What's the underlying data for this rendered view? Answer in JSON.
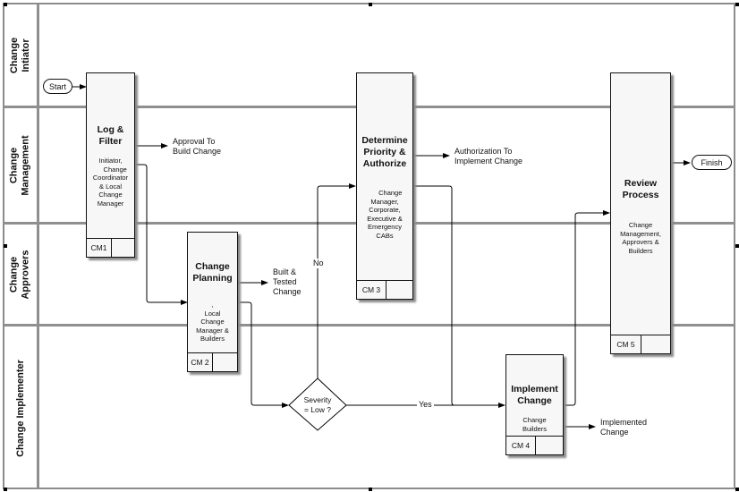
{
  "diagram": {
    "type": "cross-functional swimlane flowchart",
    "lanes": [
      {
        "id": "initiator",
        "label": "Change\nIntiator"
      },
      {
        "id": "management",
        "label": "Change\nManagement"
      },
      {
        "id": "approvers",
        "label": "Change\nApprovers"
      },
      {
        "id": "implementer",
        "label": "Change Implementer"
      }
    ],
    "terminals": {
      "start": "Start",
      "finish": "Finish"
    },
    "processes": [
      {
        "id": "CM1",
        "title": "Log &\nFilter",
        "roles": "Initiator,\n     Change\nCoordinator\n& Local\nChange\nManager",
        "code": "CM1"
      },
      {
        "id": "CM2",
        "title": "Change\nPlanning",
        "roles": ",\nLocal\nChange\nManager &\nBuilders",
        "code": "CM 2"
      },
      {
        "id": "CM3",
        "title": "Determine\nPriority &\nAuthorize",
        "roles": "      Change\nManager,\nCorporate,\nExecutive &\nEmergency\nCABs",
        "code": "CM 3"
      },
      {
        "id": "CM4",
        "title": "Implement\nChange",
        "roles": "Change\nBuilders",
        "code": "CM 4"
      },
      {
        "id": "CM5",
        "title": "Review\nProcess",
        "roles": "Change\nManagement,\nApprovers &\nBuilders",
        "code": "CM 5"
      }
    ],
    "decision": {
      "label": "Severity\n= Low ?"
    },
    "outputs": {
      "cm1": "Approval To\nBuild Change",
      "cm2": "Built &\nTested\nChange",
      "cm3": "Authorization To\nImplement Change",
      "cm4": "Implemented\nChange"
    },
    "edge_labels": {
      "no": "No",
      "yes": "Yes"
    },
    "edges": [
      {
        "from": "Start",
        "to": "CM1"
      },
      {
        "from": "CM1",
        "to": "Approval To Build Change"
      },
      {
        "from": "CM1",
        "to": "CM2"
      },
      {
        "from": "CM2",
        "to": "Built & Tested Change"
      },
      {
        "from": "CM2",
        "to": "Severity = Low ?"
      },
      {
        "from": "Severity = Low ?",
        "to": "CM3",
        "label": "No"
      },
      {
        "from": "Severity = Low ?",
        "to": "CM4",
        "label": "Yes"
      },
      {
        "from": "CM3",
        "to": "Authorization To Implement Change"
      },
      {
        "from": "CM3",
        "to": "CM4"
      },
      {
        "from": "CM4",
        "to": "Implemented Change"
      },
      {
        "from": "CM4",
        "to": "CM5"
      },
      {
        "from": "CM5",
        "to": "Finish"
      }
    ]
  }
}
